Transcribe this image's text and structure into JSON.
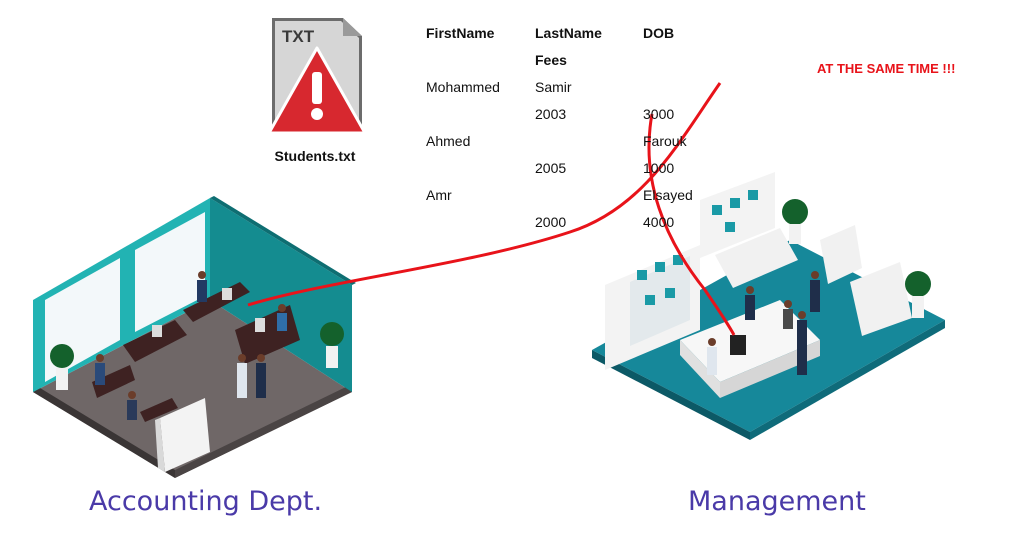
{
  "file": {
    "name": "Students.txt",
    "badge": "TXT",
    "icon": "file-txt-warning-icon"
  },
  "table": {
    "headers": [
      "FirstName",
      "LastName",
      "DOB",
      "Fees"
    ],
    "rows": [
      {
        "first": "Mohammed",
        "last": "Samir",
        "dob": "2003",
        "fees": "3000"
      },
      {
        "first": "Ahmed",
        "last": "Farouk",
        "dob": "2005",
        "fees": "1000"
      },
      {
        "first": "Amr",
        "last": "Elsayed",
        "dob": "2000",
        "fees": "4000"
      }
    ]
  },
  "alert_text": "AT THE SAME TIME !!!",
  "departments": {
    "left": "Accounting Dept.",
    "right": "Management"
  },
  "colors": {
    "accent_line": "#e8131a",
    "dept_text": "#4a3aa8",
    "warning_red": "#d7282f",
    "teal": "#1a9aa6"
  }
}
